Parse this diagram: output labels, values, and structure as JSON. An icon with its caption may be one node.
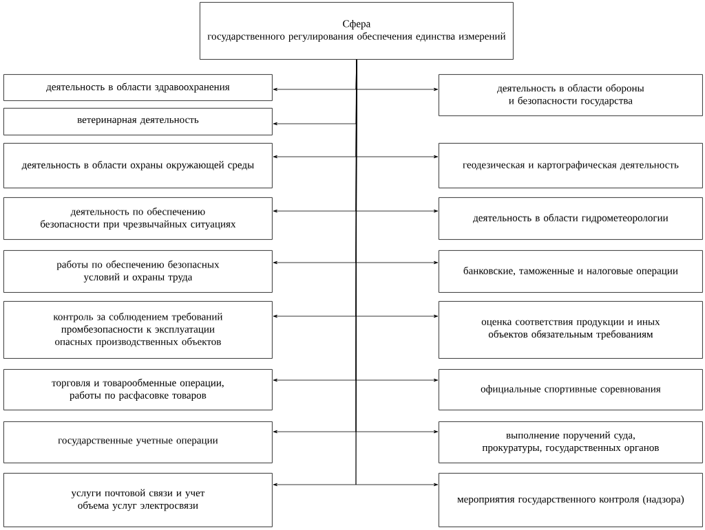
{
  "diagram": {
    "nodes": [
      {
        "text": [
          "Сфера",
          "государственного регулирования обеспечения единства измерений"
        ]
      },
      {
        "text": [
          "деятельность в области здравоохранения"
        ]
      },
      {
        "text": [
          "деятельность в области обороны и безопасности государства"
        ]
      },
      {
        "text": [
          "ветеринарная деятельность"
        ]
      },
      {
        "text": [
          "деятельность в области охраны окружающей среды"
        ]
      },
      {
        "text": [
          "геодезическая и картографическая деятельность"
        ]
      },
      {
        "text": [
          "деятельность по обеспечению безопасности при чрезвычайных ситуациях"
        ]
      },
      {
        "text": [
          "деятельность в области гидрометеорологии"
        ]
      },
      {
        "text": [
          "работы по обеспечению безопасных условий и охраны труда"
        ]
      },
      {
        "text": [
          "банковские, таможенные и налоговые операции"
        ]
      },
      {
        "text": [
          "контроль за соблюдением требований промбезопасности к эксплуатации опасных производственных объектов"
        ]
      },
      {
        "text": [
          "оценка соответствия продукции и иных объектов обязательным требованиям"
        ]
      },
      {
        "text": [
          "торговля и товарообменные операции, работы по расфасовке товаров"
        ]
      },
      {
        "text": [
          "официальные спортивные соревнования"
        ]
      },
      {
        "text": [
          "государственные учетные операции"
        ]
      },
      {
        "text": [
          "выполнение поручений суда, прокуратуры, государственных органов"
        ]
      },
      {
        "text": [
          "услуги почтовой связи и учет объема услуг электросвязи"
        ]
      },
      {
        "text": [
          "мероприятия государственного контроля (надзора)"
        ]
      }
    ],
    "edges": [
      {
        "from": 0,
        "to": 1,
        "arrow": "to"
      },
      {
        "from": 0,
        "to": 2,
        "arrow": "to"
      },
      {
        "from": 0,
        "to": 3,
        "arrow": "to"
      },
      {
        "from": 0,
        "to": 4,
        "arrow": "to"
      },
      {
        "from": 0,
        "to": 5,
        "arrow": "to"
      },
      {
        "from": 0,
        "to": 6,
        "arrow": "to"
      },
      {
        "from": 0,
        "to": 7,
        "arrow": "to"
      },
      {
        "from": 0,
        "to": 8,
        "arrow": "to"
      },
      {
        "from": 0,
        "to": 9,
        "arrow": "to"
      },
      {
        "from": 0,
        "to": 10,
        "arrow": "to"
      },
      {
        "from": 0,
        "to": 11,
        "arrow": "to"
      },
      {
        "from": 0,
        "to": 12,
        "arrow": "to"
      },
      {
        "from": 0,
        "to": 13,
        "arrow": "to"
      },
      {
        "from": 0,
        "to": 14,
        "arrow": "to"
      },
      {
        "from": 0,
        "to": 15,
        "arrow": "to"
      },
      {
        "from": 0,
        "to": 16,
        "arrow": "to"
      },
      {
        "from": 0,
        "to": 17,
        "arrow": "to"
      }
    ]
  }
}
